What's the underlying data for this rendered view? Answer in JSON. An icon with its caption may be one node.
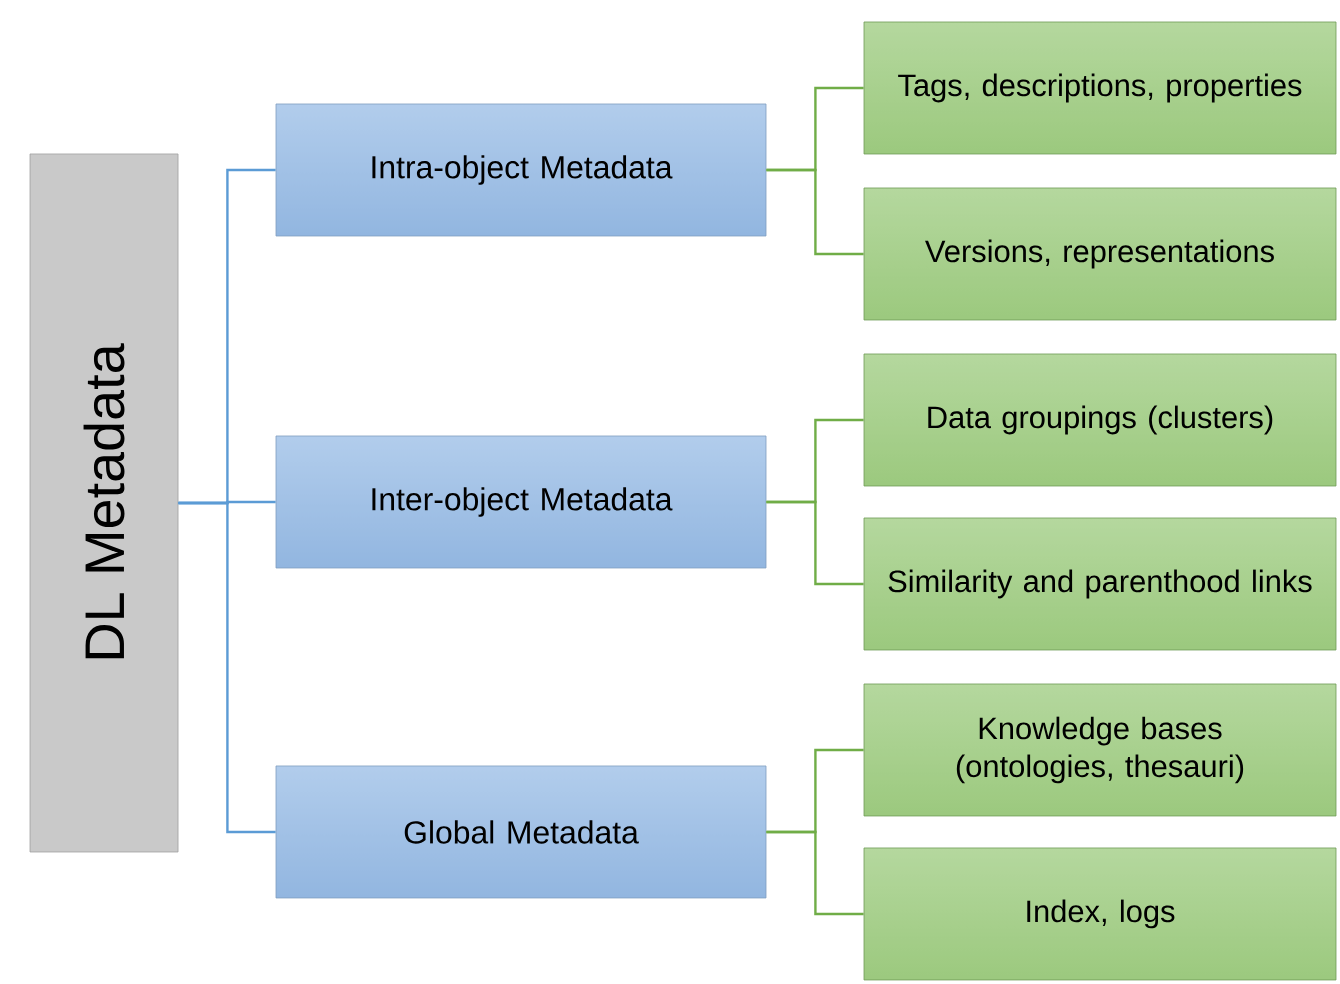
{
  "diagram": {
    "nodes": [
      {
        "text": [
          "DL Metadata"
        ]
      },
      {
        "text": [
          "Intra-object Metadata"
        ]
      },
      {
        "text": [
          "Inter-object Metadata"
        ]
      },
      {
        "text": [
          "Global Metadata"
        ]
      },
      {
        "text": [
          "Tags, descriptions, properties"
        ]
      },
      {
        "text": [
          "Versions, representations"
        ]
      },
      {
        "text": [
          "Data groupings (clusters)"
        ]
      },
      {
        "text": [
          "Similarity and parenthood links"
        ]
      },
      {
        "text": [
          "Knowledge bases (ontologies, thesauri)"
        ]
      },
      {
        "text": [
          "Index, logs"
        ]
      }
    ],
    "edges": [
      {
        "from": 0,
        "to": 1,
        "arrow": "none",
        "color": "#5b9bd5"
      },
      {
        "from": 0,
        "to": 2,
        "arrow": "none",
        "color": "#5b9bd5"
      },
      {
        "from": 0,
        "to": 3,
        "arrow": "none",
        "color": "#5b9bd5"
      },
      {
        "from": 1,
        "to": 4,
        "arrow": "none"
      },
      {
        "from": 1,
        "to": 5,
        "arrow": "none"
      },
      {
        "from": 2,
        "to": 6,
        "arrow": "none"
      },
      {
        "from": 2,
        "to": 7,
        "arrow": "none"
      },
      {
        "from": 3,
        "to": 8,
        "arrow": "none"
      },
      {
        "from": 3,
        "to": 9,
        "arrow": "none"
      }
    ]
  }
}
